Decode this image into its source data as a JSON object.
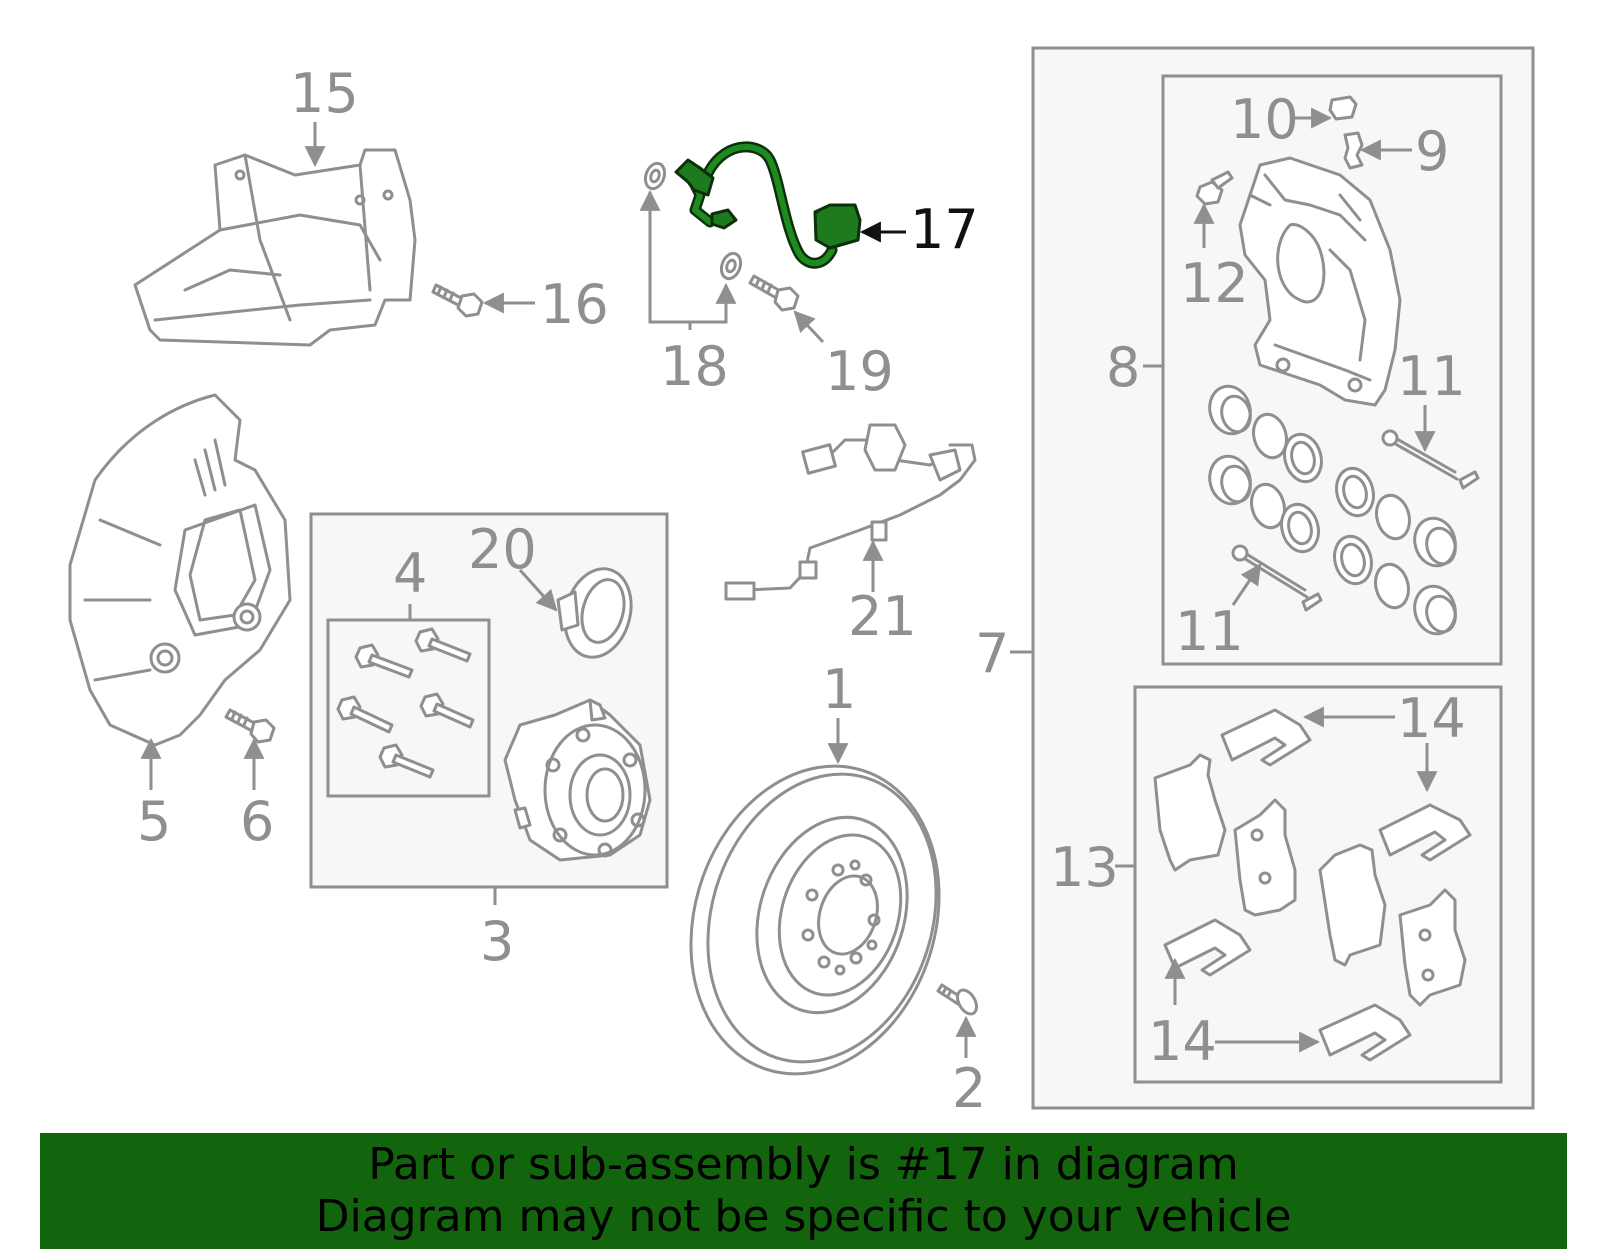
{
  "diagram": {
    "highlighted_part": "17",
    "highlight_color": "#1d7a1d",
    "callouts": {
      "c1": "1",
      "c2": "2",
      "c3": "3",
      "c4": "4",
      "c5": "5",
      "c6": "6",
      "c7": "7",
      "c8": "8",
      "c9": "9",
      "c10": "10",
      "c11a": "11",
      "c11b": "11",
      "c12": "12",
      "c13": "13",
      "c14a": "14",
      "c14b": "14",
      "c14c": "14",
      "c15": "15",
      "c16": "16",
      "c17": "17",
      "c18": "18",
      "c19": "19",
      "c20": "20",
      "c21": "21"
    }
  },
  "banner": {
    "background": "#13650d",
    "line1": "Part or sub-assembly is #17 in diagram",
    "line2": "Diagram may not be specific to your vehicle"
  }
}
